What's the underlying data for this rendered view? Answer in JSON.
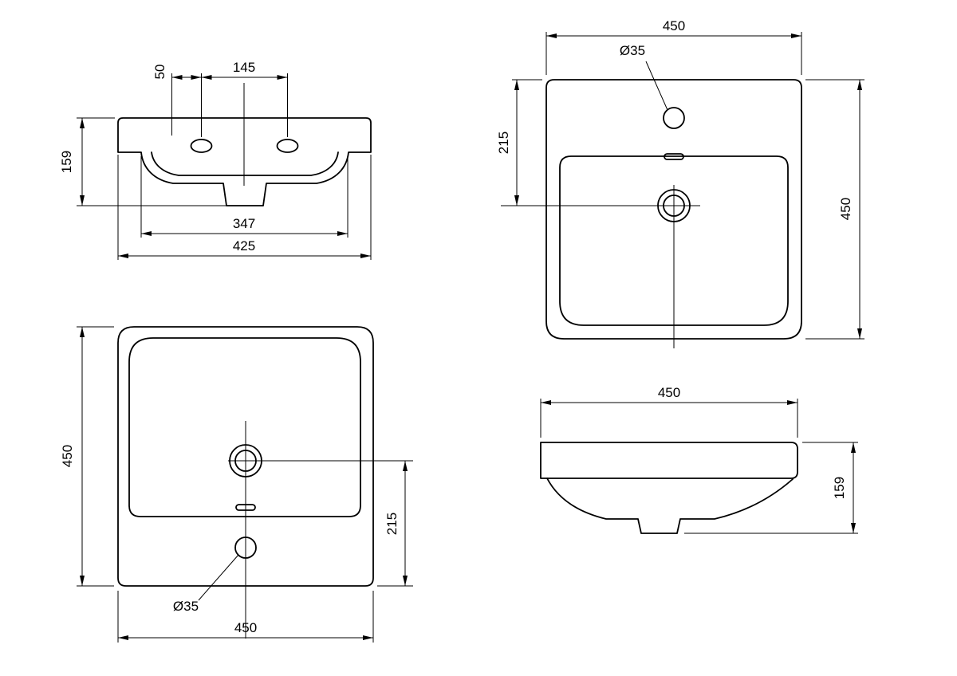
{
  "drawing": {
    "type": "technical-dimension-drawing",
    "subject": "washbasin",
    "background": "#ffffff",
    "line_color": "#000000",
    "views": {
      "front": {
        "name": "front-elevation",
        "dims": {
          "tap_hole_offset": "50",
          "tap_hole_spacing": "145",
          "height": "159",
          "inner_width": "347",
          "overall_width": "425"
        }
      },
      "top": {
        "name": "plan-top-view",
        "dims": {
          "overall_width": "450",
          "tap_hole_diameter": "Ø35",
          "drain_center_offset": "215",
          "overall_depth": "450"
        }
      },
      "bottom": {
        "name": "plan-bottom-view",
        "dims": {
          "overall_depth": "450",
          "drain_center_offset": "215",
          "tap_hole_diameter": "Ø35",
          "overall_width": "450"
        }
      },
      "side": {
        "name": "side-elevation",
        "dims": {
          "overall_depth": "450",
          "height": "159"
        }
      }
    }
  }
}
